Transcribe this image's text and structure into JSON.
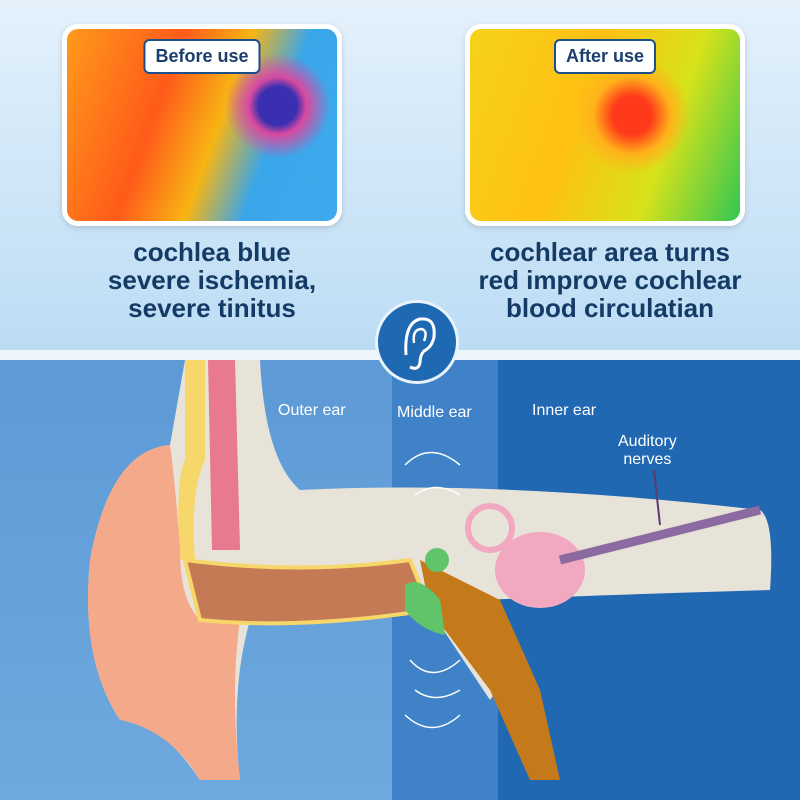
{
  "before": {
    "tag": "Before use",
    "caption": [
      "cochlea blue",
      "severe ischemia,",
      "severe tinitus"
    ]
  },
  "after": {
    "tag": "After use",
    "caption": [
      "cochlear area turns",
      "red improve cochlear",
      "blood circulatian"
    ]
  },
  "diagram": {
    "outer": "Outer ear",
    "middle": "Middle ear",
    "inner": "Inner ear",
    "nerves": [
      "Auditory",
      "nerves"
    ]
  },
  "colors": {
    "dark_blue": "#143a66",
    "panel_mid": "#3f82c8",
    "panel_right": "#2068b2"
  }
}
